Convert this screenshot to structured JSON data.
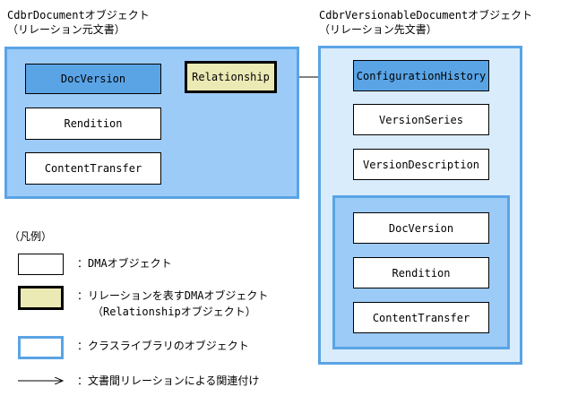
{
  "source": {
    "title_line1": "CdbrDocumentオブジェクト",
    "title_line2": "（リレーション元文書）",
    "boxes": [
      "DocVersion",
      "Rendition",
      "ContentTransfer"
    ]
  },
  "relationship_label": "Relationship",
  "target": {
    "title_line1": "CdbrVersionableDocumentオブジェクト",
    "title_line2": "（リレーション先文書）",
    "boxes": [
      "ConfigurationHistory",
      "VersionSeries",
      "VersionDescription"
    ],
    "inner_boxes": [
      "DocVersion",
      "Rendition",
      "ContentTransfer"
    ]
  },
  "legend": {
    "heading": "（凡例）",
    "items": [
      {
        "text": "：DMAオブジェクト",
        "text2": ""
      },
      {
        "text": "：リレーションを表すDMAオブジェクト",
        "text2": "（Relationshipオブジェクト）"
      },
      {
        "text": "：クラスライブラリのオブジェクト",
        "text2": ""
      },
      {
        "text": "：文書間リレーションによる関連付け",
        "text2": ""
      }
    ]
  },
  "colors": {
    "outer_border": "#5aa4e6",
    "region_fill": "#9ccbf7",
    "region_light_fill": "#d9ecfc",
    "highlight_box": "#5aa4e6",
    "relationship_fill": "#ebe9b4"
  }
}
